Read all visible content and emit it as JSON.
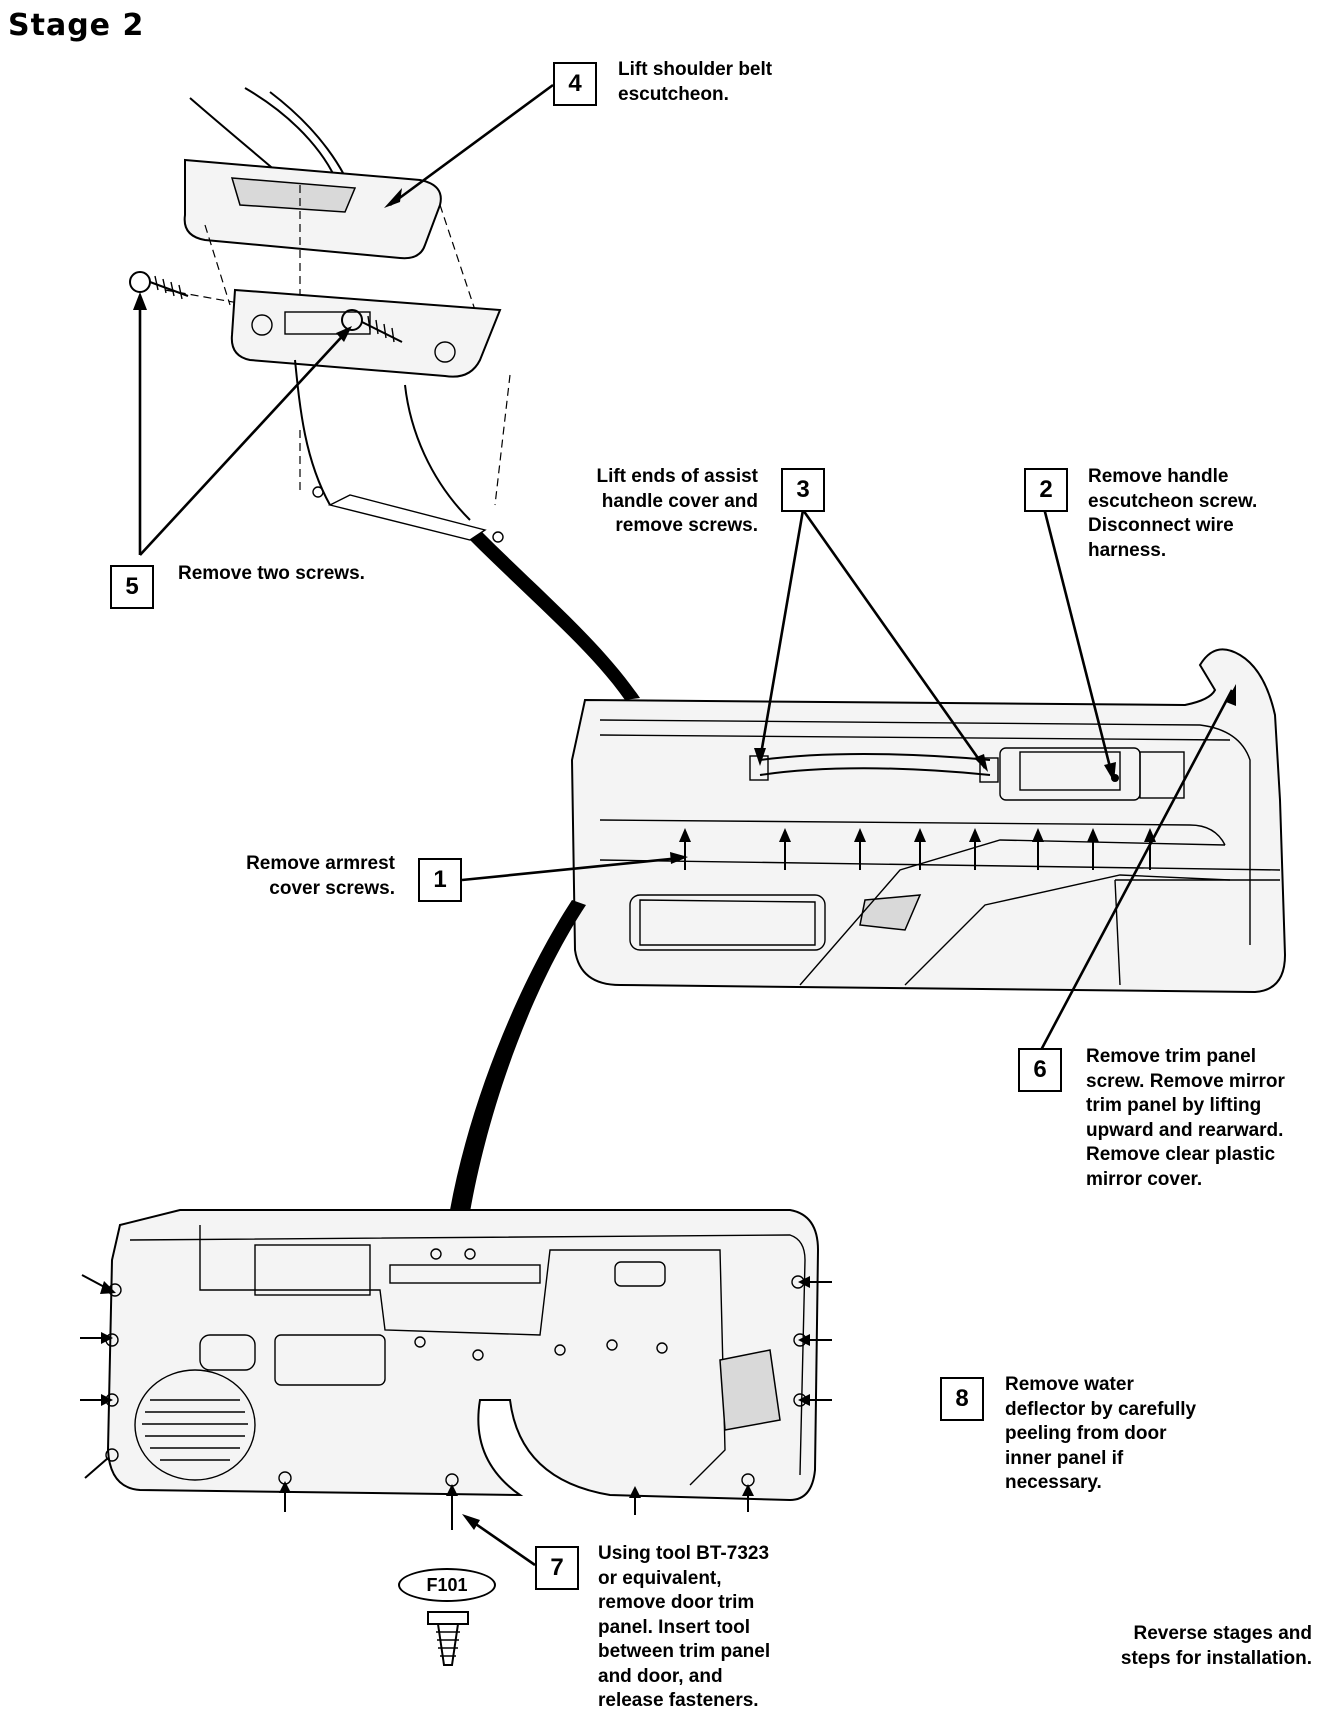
{
  "title": "Stage 2",
  "steps": [
    {
      "id": "step-1",
      "number": "1",
      "text": "Remove armrest\ncover screws."
    },
    {
      "id": "step-2",
      "number": "2",
      "text": "Remove handle\nescutcheon screw.\nDisconnect wire\nharness."
    },
    {
      "id": "step-3",
      "number": "3",
      "text": "Lift ends of assist\nhandle cover and\nremove screws."
    },
    {
      "id": "step-4",
      "number": "4",
      "text": "Lift shoulder belt\nescutcheon."
    },
    {
      "id": "step-5",
      "number": "5",
      "text": "Remove two screws."
    },
    {
      "id": "step-6",
      "number": "6",
      "text": "Remove trim panel\nscrew. Remove mirror\ntrim panel by lifting\nupward and rearward.\nRemove clear plastic\nmirror cover."
    },
    {
      "id": "step-7",
      "number": "7",
      "text": "Using tool BT-7323\nor equivalent,\nremove door trim\npanel. Insert tool\nbetween trim panel\nand door, and\nrelease fasteners."
    },
    {
      "id": "step-8",
      "number": "8",
      "text": "Remove water\ndeflector by carefully\npeeling from door\ninner panel if\nnecessary."
    }
  ],
  "fastener_label": "F101",
  "footer_note": "Reverse stages and\nsteps for installation."
}
